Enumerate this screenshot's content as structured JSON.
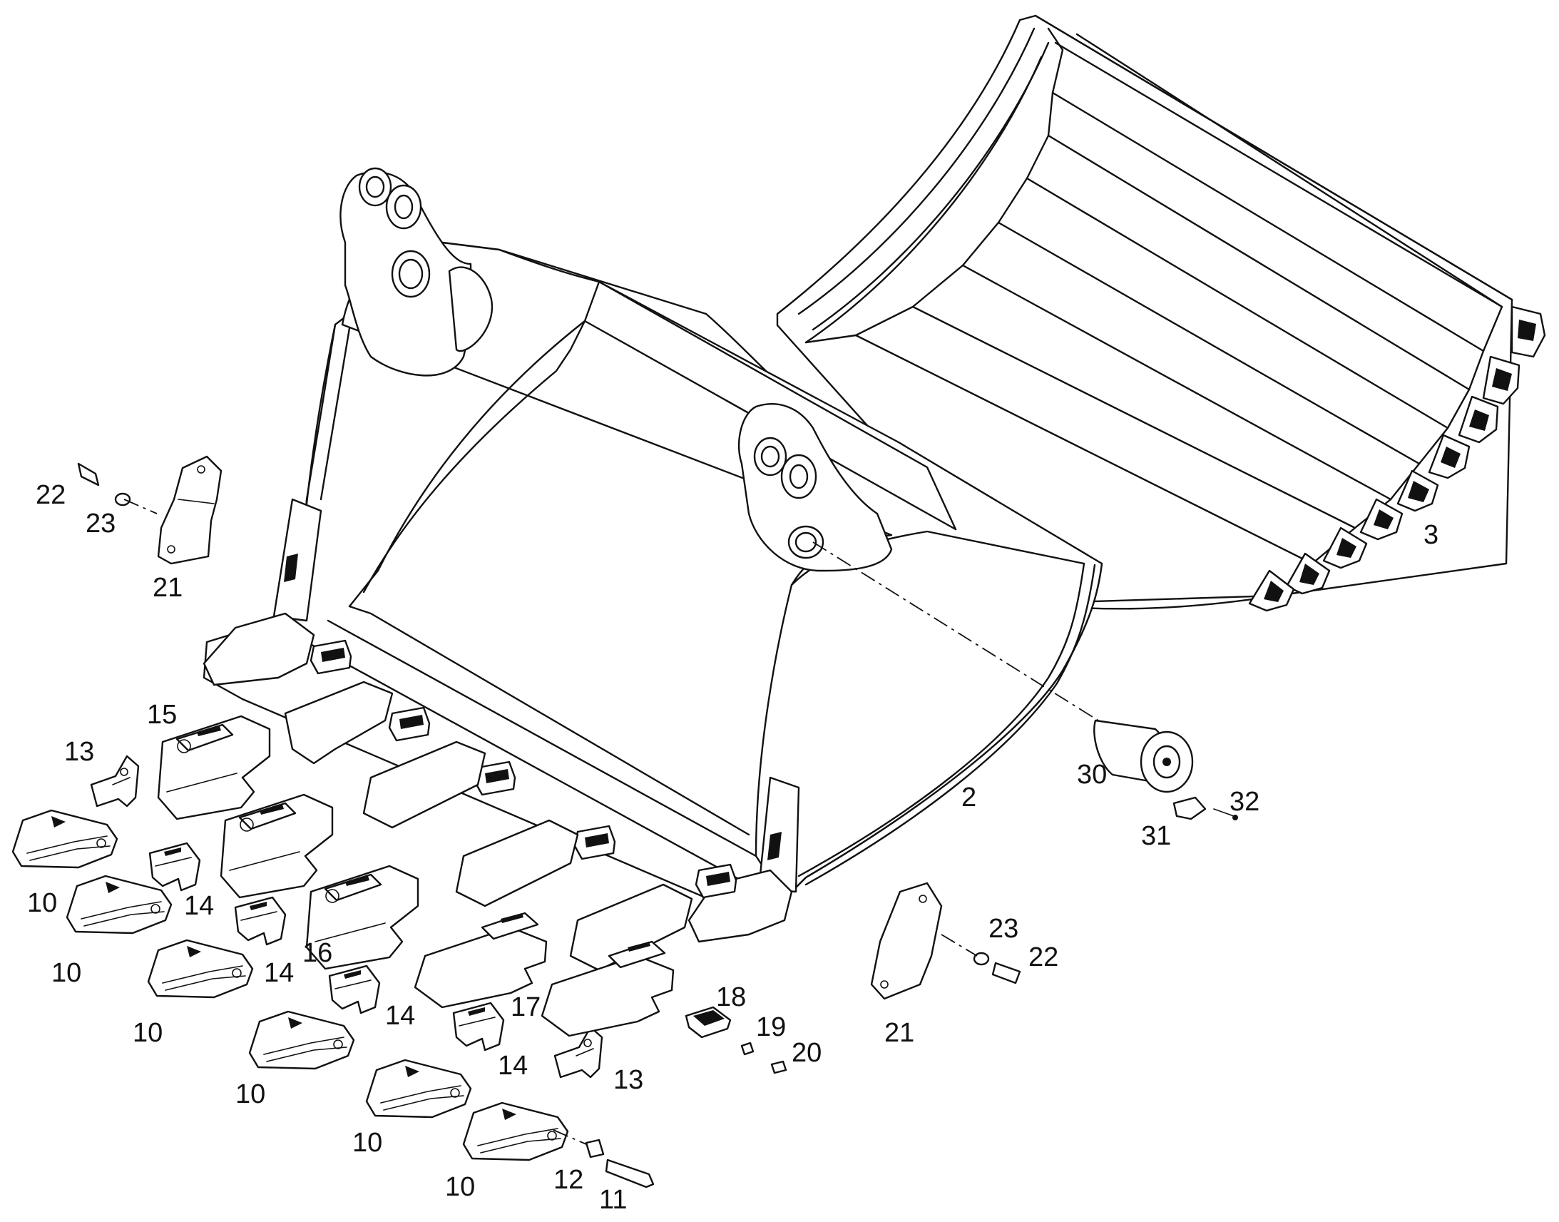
{
  "labels": {
    "l2": "2",
    "l3": "3",
    "l10a": "10",
    "l10b": "10",
    "l10c": "10",
    "l10d": "10",
    "l10e": "10",
    "l10f": "10",
    "l11": "11",
    "l12": "12",
    "l13a": "13",
    "l13b": "13",
    "l14a": "14",
    "l14b": "14",
    "l14c": "14",
    "l14d": "14",
    "l15": "15",
    "l16": "16",
    "l17": "17",
    "l18": "18",
    "l19": "19",
    "l20": "20",
    "l21a": "21",
    "l21b": "21",
    "l22a": "22",
    "l22b": "22",
    "l23a": "23",
    "l23b": "23",
    "l30": "30",
    "l31": "31",
    "l32": "32"
  },
  "colors": {
    "line": "#111111",
    "background": "#ffffff"
  }
}
